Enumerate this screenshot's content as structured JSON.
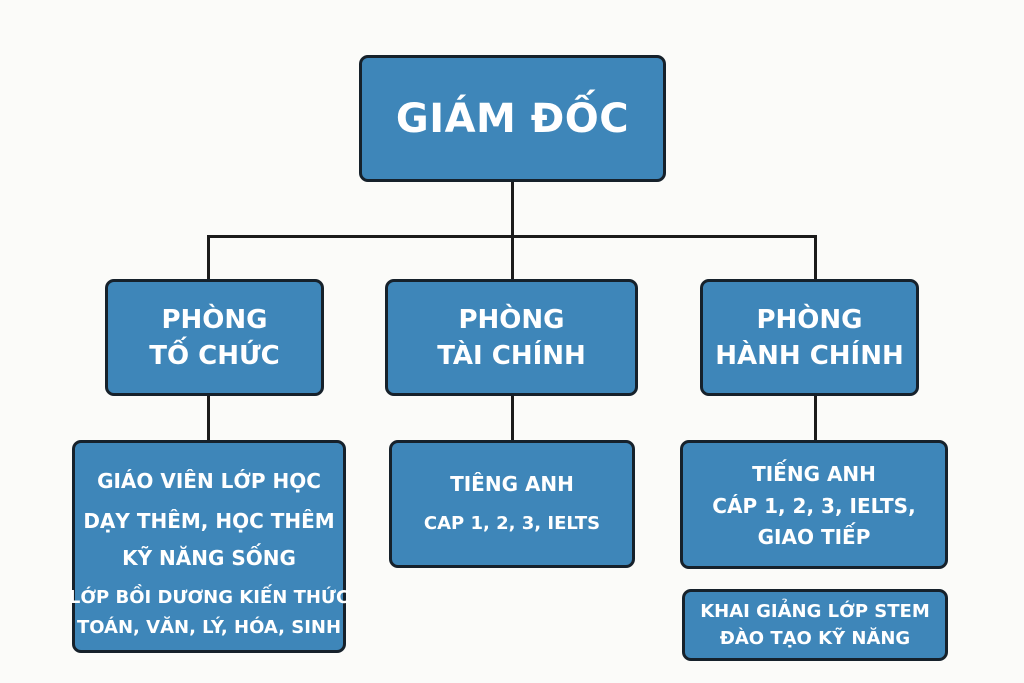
{
  "colors": {
    "box_fill": "#3e86b9",
    "box_border": "#16212b",
    "text": "#ffffff",
    "connector": "#1b1b1b",
    "background": "#fbfbf9"
  },
  "root": {
    "label": "GIÁM ĐỐC"
  },
  "departments": [
    {
      "line1": "PHÒNG",
      "line2": "TỐ CHỨC",
      "children": [
        {
          "lines": [
            "GIÁO VIÊN LỚP HỌC",
            "DẠY THÊM, HỌC THÊM",
            "KỸ NĂNG SỐNG",
            "LỚP BỒI DƯƠNG KIẾN THỨC",
            "TOÁN, VĂN, LÝ, HÓA, SINH"
          ]
        }
      ]
    },
    {
      "line1": "PHÒNG",
      "line2": "TÀI CHÍNH",
      "children": [
        {
          "lines": [
            "TIÊNG ANH",
            "CAP 1, 2, 3, IELTS"
          ]
        }
      ]
    },
    {
      "line1": "PHÒNG",
      "line2": "HÀNH CHÍNH",
      "children": [
        {
          "lines": [
            "TIẾNG ANH",
            "CÁP 1, 2, 3, IELTS,",
            "GIAO TIẾP"
          ]
        },
        {
          "lines": [
            "KHAI GIẢNG LỚP STEM",
            "ĐÀO TẠO KỸ NĂNG"
          ]
        }
      ]
    }
  ]
}
